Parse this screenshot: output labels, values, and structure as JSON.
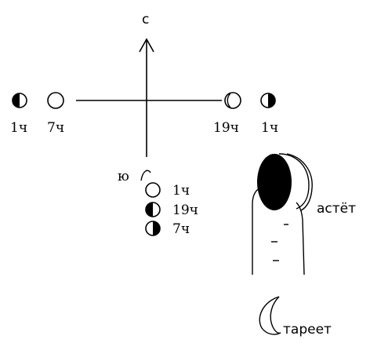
{
  "axes": {
    "north_label": "с",
    "south_label": "ю"
  },
  "west_moons": [
    {
      "phase": "half-right-lit",
      "time": "1ч"
    },
    {
      "phase": "full",
      "time": "7ч"
    }
  ],
  "east_moons": [
    {
      "phase": "waning-crescent-outline",
      "time": "19ч"
    },
    {
      "phase": "half-left-lit",
      "time": "1ч"
    }
  ],
  "south_moons": [
    {
      "phase": "full",
      "time": "1ч"
    },
    {
      "phase": "half-right-lit",
      "time": "19ч"
    },
    {
      "phase": "half-left-lit",
      "time": "7ч"
    }
  ],
  "mnemonic": {
    "grows_label": "астёт",
    "ages_label": "тареет"
  }
}
